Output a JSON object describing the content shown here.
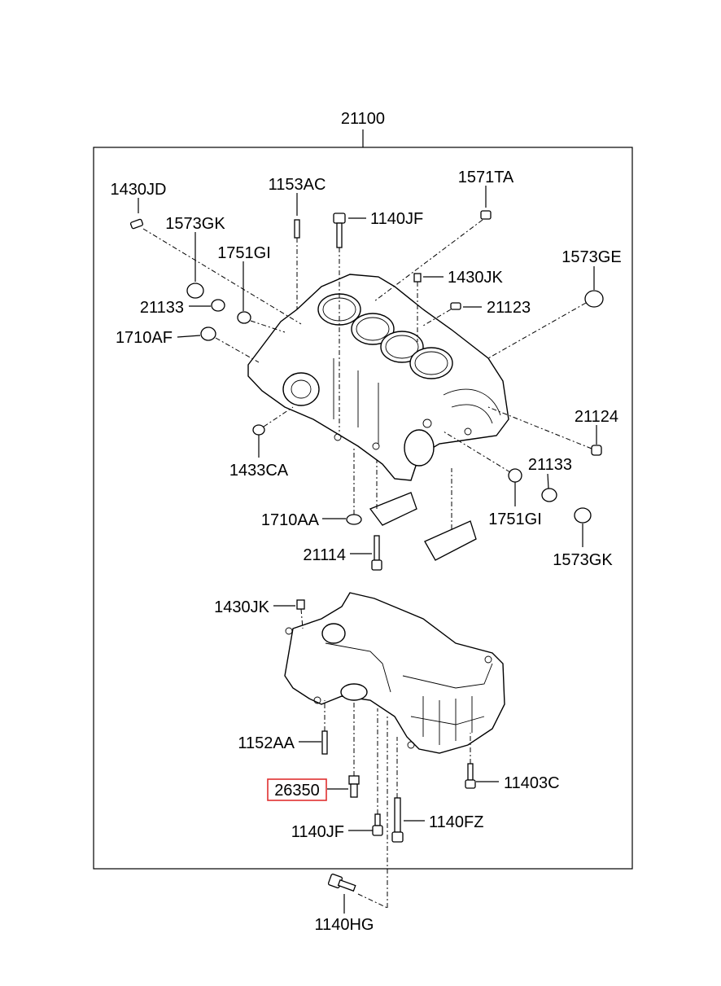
{
  "diagram": {
    "assembly_label": "21100",
    "highlight_color": "#e03030",
    "labels": {
      "l_1430JD": "1430JD",
      "l_1153AC": "1153AC",
      "l_1571TA": "1571TA",
      "l_1573GK_a": "1573GK",
      "l_1140JF_a": "1140JF",
      "l_1751GI_a": "1751GI",
      "l_1573GE": "1573GE",
      "l_1430JK_a": "1430JK",
      "l_21133_a": "21133",
      "l_21123": "21123",
      "l_1710AF": "1710AF",
      "l_21124": "21124",
      "l_1433CA": "1433CA",
      "l_21133_b": "21133",
      "l_1710AA": "1710AA",
      "l_1751GI_b": "1751GI",
      "l_21114": "21114",
      "l_1573GK_b": "1573GK",
      "l_1430JK_b": "1430JK",
      "l_1152AA": "1152AA",
      "l_26350": "26350",
      "l_11403C": "11403C",
      "l_1140JF_b": "1140JF",
      "l_1140FZ": "1140FZ",
      "l_1140HG": "1140HG"
    }
  }
}
